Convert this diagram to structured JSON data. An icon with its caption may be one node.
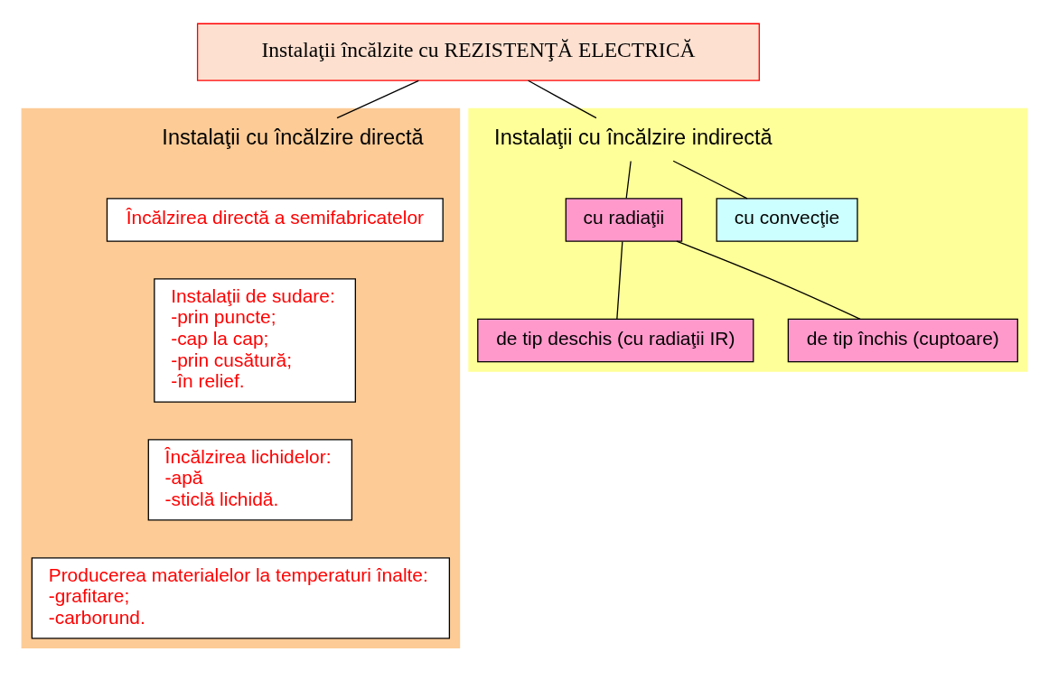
{
  "diagram": {
    "nodes": [
      {
        "text": [
          "Instalaţii încălzite cu REZISTENŢĂ ELECTRICĂ"
        ]
      },
      {
        "text": [
          "Instalaţii cu încălzire directă"
        ]
      },
      {
        "text": [
          "Încălzirea directă a semifabricatelor"
        ],
        "in": 1
      },
      {
        "text": [
          "Instalaţii de sudare:",
          "-prin puncte;",
          "-cap la cap;",
          "-prin cusătură;",
          "-în relief."
        ],
        "in": 1
      },
      {
        "text": [
          "Încălzirea lichidelor:",
          "-apă",
          "-sticlă lichidă."
        ],
        "in": 1
      },
      {
        "text": [
          "Producerea materialelor la temperaturi înalte:",
          "-grafitare;",
          "-carborund."
        ],
        "in": 1
      },
      {
        "text": [
          "Instalaţii cu încălzire indirectă"
        ]
      },
      {
        "text": [
          "cu radiaţii"
        ],
        "in": 6
      },
      {
        "text": [
          "cu convecţie"
        ],
        "in": 6
      },
      {
        "text": [
          "de tip deschis (cu radiaţii IR)"
        ],
        "in": 6
      },
      {
        "text": [
          "de tip închis (cuptoare)"
        ],
        "in": 6
      }
    ],
    "edges": [
      {
        "from": 0,
        "to": 1,
        "arrow": "none"
      },
      {
        "from": 0,
        "to": 6,
        "arrow": "none"
      },
      {
        "from": 6,
        "to": 7,
        "arrow": "none"
      },
      {
        "from": 6,
        "to": 8,
        "arrow": "none"
      },
      {
        "from": 7,
        "to": 9,
        "arrow": "none"
      },
      {
        "from": 7,
        "to": 10,
        "arrow": "none"
      }
    ]
  }
}
